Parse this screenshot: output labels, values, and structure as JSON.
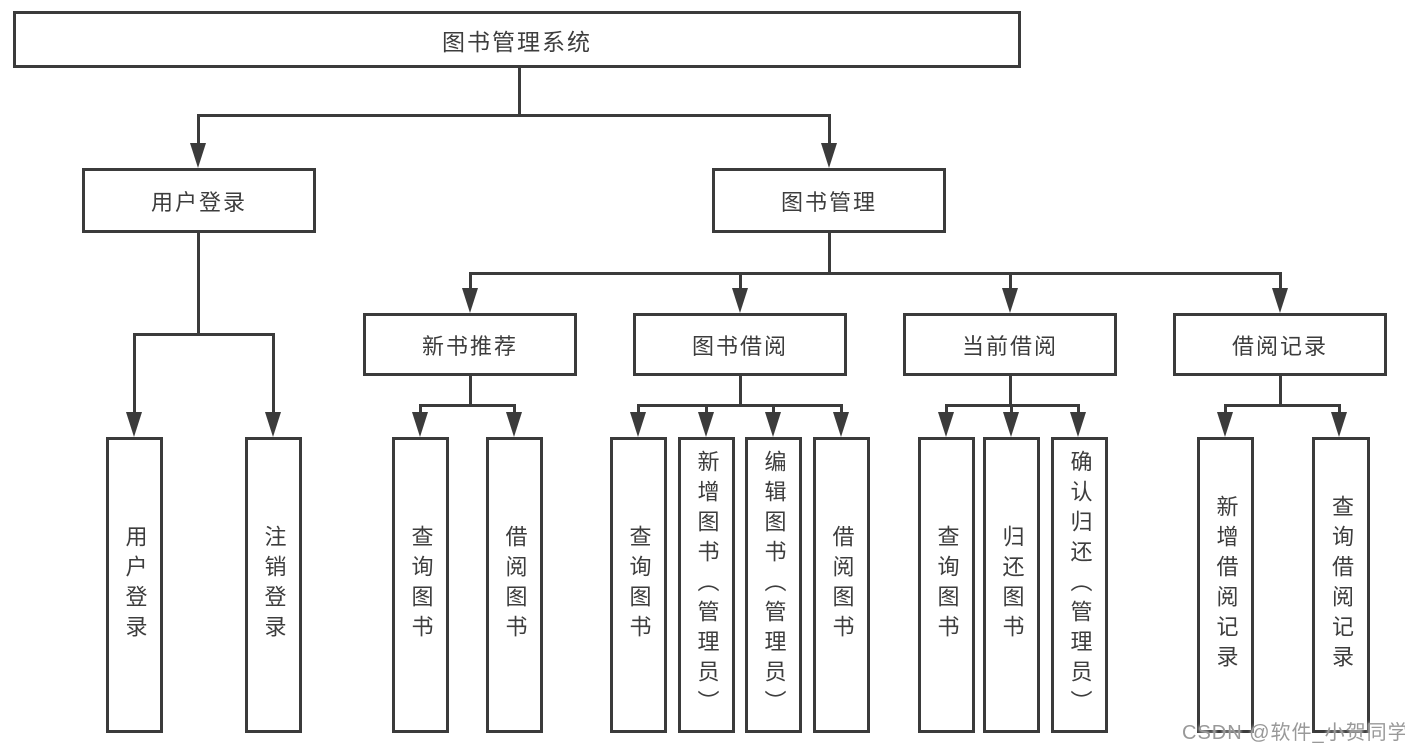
{
  "tree": {
    "root": "图书管理系统",
    "branches": [
      {
        "label": "用户登录",
        "children": [
          "用户登录",
          "注销登录"
        ]
      },
      {
        "label": "图书管理",
        "sections": [
          {
            "label": "新书推荐",
            "children": [
              "查询图书",
              "借阅图书"
            ]
          },
          {
            "label": "图书借阅",
            "children": [
              "查询图书",
              "新增图书（管理员）",
              "编辑图书（管理员）",
              "借阅图书"
            ]
          },
          {
            "label": "当前借阅",
            "children": [
              "查询图书",
              "归还图书",
              "确认归还（管理员）"
            ]
          },
          {
            "label": "借阅记录",
            "children": [
              "新增借阅记录",
              "查询借阅记录"
            ]
          }
        ]
      }
    ]
  },
  "watermark": "CSDN @软件_小贺同学",
  "colors": {
    "line": "#3b3b3b",
    "text": "#3d3d3d",
    "watermark": "#999999",
    "background": "#ffffff"
  }
}
